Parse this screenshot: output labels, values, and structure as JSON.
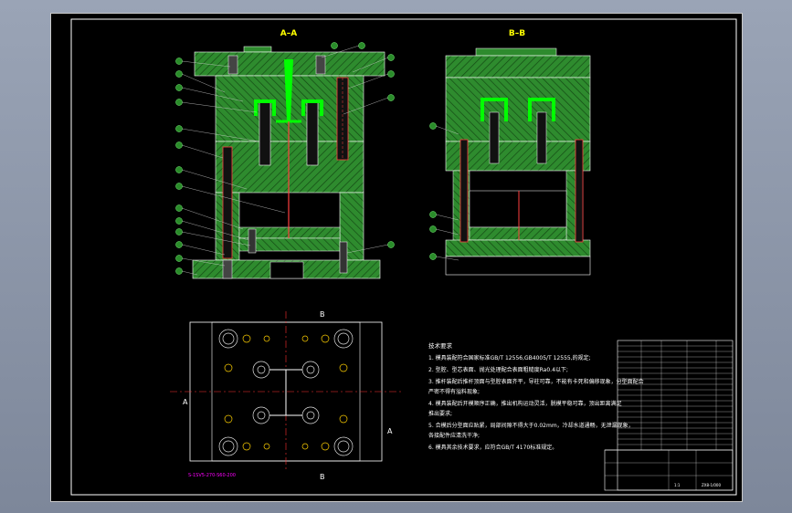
{
  "drawing": {
    "view_a_title": "A–A",
    "view_b_title": "B–B",
    "plan_cut_label_b": "B",
    "plan_cut_label_a": "A",
    "magenta_note": "S-1SV5-270-S60-200",
    "notes_heading": "技术要求",
    "notes": [
      "1. 模具装配符合国家标准GB/T 12556,GB4005/T 12555,的规定;",
      "2. 型腔、型芯表面、抛光处理配合表面粗糙度Ra0.4以下;",
      "3. 推杆装配后推杆顶面与型腔表面齐平，导柱可靠，不能有卡死和偏移现象，分型面配合",
      "   严密不得有溢料现象;",
      "4. 模具装配后开模顺序正确，推出机构运动灵活，脱模平稳可靠，顶出距离满足",
      "   推出要求;",
      "5. 合模后分型面应贴紧，局部间隙不得大于0.02mm，冷却水道通畅，无泄漏现象，",
      "   各接配件应清洗干净;",
      "6. 模具其余技术要求，应符合GB/T 4170标准规定。"
    ],
    "title_block": {
      "drawing_no": "ZX8-1/000",
      "scale": "1:1"
    }
  },
  "colors": {
    "plate_green": "#2e8b2e",
    "hatch": "#0f3f0f",
    "leader": "#00ff00",
    "part": "#00ff00",
    "pin": "#ff2020",
    "label": "#ffff00",
    "outline": "#ffffff"
  }
}
